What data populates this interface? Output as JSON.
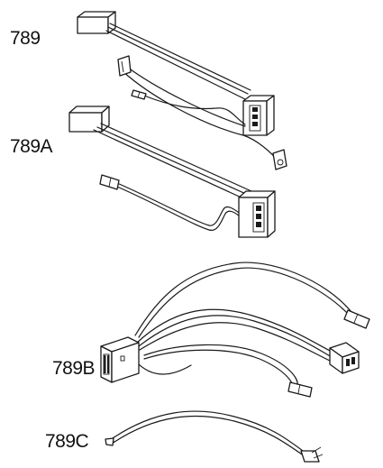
{
  "parts": [
    {
      "id": "789",
      "label": "789",
      "icon": "wire-harness-two-connector-icon"
    },
    {
      "id": "789a",
      "label": "789A",
      "icon": "wire-harness-sensor-icon"
    },
    {
      "id": "789b",
      "label": "789B",
      "icon": "wire-harness-multi-lead-icon"
    },
    {
      "id": "789c",
      "label": "789C",
      "icon": "single-wire-lead-icon"
    }
  ]
}
